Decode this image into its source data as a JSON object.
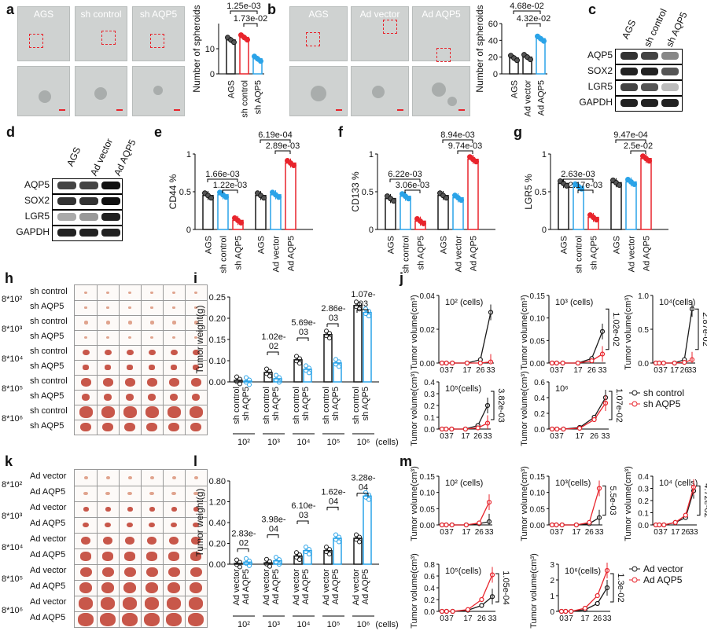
{
  "panels": {
    "a": "a",
    "b": "b",
    "c": "c",
    "d": "d",
    "e": "e",
    "f": "f",
    "g": "g",
    "h": "h",
    "i": "i",
    "j": "j",
    "k": "k",
    "l": "l",
    "m": "m"
  },
  "micro_a": [
    "AGS",
    "sh control",
    "sh AQP5"
  ],
  "micro_b": [
    "AGS",
    "Ad vector",
    "Ad AQP5"
  ],
  "blot_c": {
    "cols": [
      "AGS",
      "sh control",
      "sh AQP5"
    ],
    "rows": [
      "AQP5",
      "SOX2",
      "LGR5",
      "GAPDH"
    ]
  },
  "blot_d": {
    "cols": [
      "AGS",
      "Ad vector",
      "Ad AQP5"
    ],
    "rows": [
      "AQP5",
      "SOX2",
      "LGR5",
      "GAPDH"
    ]
  },
  "tissue_h": {
    "doses": [
      "8*10²",
      "8*10³",
      "8*10⁴",
      "8*10⁵",
      "8*10⁶"
    ],
    "groups": [
      "sh control",
      "sh AQP5"
    ]
  },
  "tissue_k": {
    "doses": [
      "8*10²",
      "8*10³",
      "8*10⁴",
      "8*10⁵",
      "8*10⁶"
    ],
    "groups": [
      "Ad vector",
      "Ad AQP5"
    ]
  },
  "colors": {
    "black": "#1a1a1a",
    "red": "#e8242c",
    "blue": "#2aa3e8",
    "tumor": "#c8574a"
  },
  "chart_data": [
    {
      "id": "a",
      "type": "bar",
      "ylabel": "Number of spheroids",
      "categories": [
        "AGS",
        "sh control",
        "sh AQP5"
      ],
      "values": [
        13.5,
        14.5,
        6
      ],
      "ylim": [
        0,
        20
      ],
      "yticks": [
        0,
        10
      ],
      "pvalues": [
        "1.25e-03",
        "1.73e-02"
      ]
    },
    {
      "id": "b",
      "type": "bar",
      "ylabel": "Number of spheroids",
      "categories": [
        "AGS",
        "Ad vector",
        "Ad AQP5"
      ],
      "values": [
        19,
        20,
        42
      ],
      "ylim": [
        0,
        60
      ],
      "yticks": [
        0,
        20,
        40,
        60
      ],
      "pvalues": [
        "4.68e-02",
        "4.32e-02"
      ]
    },
    {
      "id": "e",
      "type": "bar",
      "ylabel": "CD44 %",
      "categories": [
        "AGS",
        "sh control",
        "sh AQP5",
        "AGS",
        "Ad vector",
        "Ad AQP5"
      ],
      "values": [
        0.45,
        0.46,
        0.12,
        0.45,
        0.46,
        0.88
      ],
      "ylim": [
        0,
        1
      ],
      "yticks": [
        0,
        0.5,
        1.0
      ],
      "pvalues": [
        "1.66e-03",
        "1.22e-03",
        "6.19e-04",
        "2.89e-03"
      ]
    },
    {
      "id": "f",
      "type": "bar",
      "ylabel": "CD133 %",
      "categories": [
        "AGS",
        "sh control",
        "sh AQP5",
        "AGS",
        "Ad vector",
        "Ad AQP5"
      ],
      "values": [
        0.41,
        0.44,
        0.11,
        0.45,
        0.42,
        0.93
      ],
      "ylim": [
        0,
        1
      ],
      "yticks": [
        0,
        0.5,
        1.0
      ],
      "pvalues": [
        "6.22e-03",
        "3.06e-03",
        "8.94e-03",
        "9.74e-03"
      ]
    },
    {
      "id": "g",
      "type": "bar",
      "ylabel": "LGR5 %",
      "categories": [
        "AGS",
        "sh control",
        "sh AQP5",
        "AGS",
        "Ad vector",
        "Ad AQP5"
      ],
      "values": [
        0.61,
        0.57,
        0.16,
        0.62,
        0.63,
        0.94
      ],
      "ylim": [
        0,
        1
      ],
      "yticks": [
        0,
        0.5,
        1.0
      ],
      "pvalues": [
        "2.63e-03",
        "2.17e-03",
        "9.47e-04",
        "2.5e-02"
      ]
    },
    {
      "id": "i",
      "type": "bar",
      "ylabel": "Tumor  weight(g)",
      "categories": [
        "10²",
        "10³",
        "10⁴",
        "10⁵",
        "10⁶"
      ],
      "xunit": "(cells)",
      "groups": [
        "sh control",
        "sh AQP5"
      ],
      "series": [
        {
          "values": [
            0.005,
            0.03,
            0.07,
            0.15,
            0.27
          ]
        },
        {
          "values": [
            0.001,
            0.01,
            0.04,
            0.06,
            0.22
          ]
        }
      ],
      "yticks": [
        "0.00",
        "0.10",
        "0.15",
        "0.20",
        "0.25"
      ],
      "pvalues": [
        "1.02e-02",
        "5.69e-03",
        "2.86e-03",
        "1.07e-03"
      ]
    },
    {
      "id": "l",
      "type": "bar",
      "ylabel": "Tumor  weight(g)",
      "categories": [
        "10²",
        "10³",
        "10⁴",
        "10⁵",
        "10⁶"
      ],
      "xunit": "(cells)",
      "groups": [
        "Ad vector",
        "Ad AQP5"
      ],
      "series": [
        {
          "values": [
            0.01,
            0.02,
            0.12,
            0.2,
            0.38
          ]
        },
        {
          "values": [
            0.03,
            0.05,
            0.2,
            0.38,
            1.0
          ]
        }
      ],
      "yticks": [
        "0.00",
        "0.20",
        "0.40",
        "1.20",
        "0.80"
      ],
      "pvalues": [
        "2.83e-02",
        "3.98e-04",
        "6.10e-03",
        "1.62e-04",
        "3.28e-04"
      ]
    },
    {
      "id": "j",
      "type": "line",
      "ylabel": "Tumor  volume(cm³)",
      "x": [
        0,
        3,
        7,
        17,
        26,
        33
      ],
      "xticklabels": [
        "0",
        "3",
        "7",
        "17",
        "26",
        "33"
      ],
      "legend": [
        "sh control",
        "sh AQP5"
      ],
      "subplots": [
        {
          "label": "10² (cells)",
          "yticks": [
            "0.00",
            "0.02",
            "0.04"
          ],
          "ymax": 0.06,
          "black": [
            0,
            0,
            0,
            0,
            0.003,
            0.045
          ],
          "red": [
            0,
            0,
            0,
            0,
            0,
            0.001
          ],
          "pvalue": ""
        },
        {
          "label": "10³ (cells)",
          "yticks": [
            "0.00",
            "0.05",
            "0.10",
            "0.15"
          ],
          "ymax": 0.15,
          "black": [
            0,
            0,
            0,
            0,
            0.01,
            0.07
          ],
          "red": [
            0,
            0,
            0,
            0,
            0.005,
            0.02
          ],
          "pvalue": "1.02e-02"
        },
        {
          "label": "10⁴(cells)",
          "yticks": [
            "0.0",
            "0.5",
            "1.0"
          ],
          "ymax": 1.0,
          "black": [
            0,
            0,
            0,
            0,
            0.05,
            0.8
          ],
          "red": [
            0,
            0,
            0,
            0,
            0.01,
            0.05
          ],
          "pvalue": "2.87e-02"
        },
        {
          "label": "10⁵(cells)",
          "yticks": [
            "0.0",
            "0.1",
            "0.2",
            "0.3",
            "0.4"
          ],
          "ymax": 0.4,
          "black": [
            0,
            0,
            0,
            0,
            0.03,
            0.2
          ],
          "red": [
            0,
            0,
            0,
            0,
            0.01,
            0.05
          ],
          "pvalue": "3.82e-03"
        },
        {
          "label": "10⁶",
          "yticks": [
            "0.0",
            "0.2",
            "0.4",
            "0.6"
          ],
          "ymax": 0.6,
          "black": [
            0,
            0,
            0,
            0.02,
            0.15,
            0.4
          ],
          "red": [
            0,
            0,
            0,
            0.01,
            0.12,
            0.33
          ],
          "pvalue": "1.07e-02"
        }
      ]
    },
    {
      "id": "m",
      "type": "line",
      "ylabel": "Tumor  volume(cm³)",
      "x": [
        0,
        3,
        7,
        17,
        26,
        33
      ],
      "xticklabels": [
        "0",
        "3",
        "7",
        "17",
        "26",
        "33"
      ],
      "legend": [
        "Ad vector",
        "Ad AQP5"
      ],
      "subplots": [
        {
          "label": "10²  (cells)",
          "yticks": [
            "0.00",
            "0.05",
            "0.10",
            "0.15"
          ],
          "ymax": 0.15,
          "black": [
            0,
            0,
            0,
            0,
            0.004,
            0.01
          ],
          "red": [
            0,
            0,
            0,
            0,
            0.006,
            0.07
          ],
          "pvalue": ""
        },
        {
          "label": "10³(cells)",
          "yticks": [
            "0.00",
            "0.05",
            "0.10",
            "0.15"
          ],
          "ymax": 0.2,
          "black": [
            0,
            0,
            0,
            0,
            0.005,
            0.03
          ],
          "red": [
            0,
            0,
            0,
            0,
            0.01,
            0.15
          ],
          "pvalue": "5.5e-03"
        },
        {
          "label": "10⁴  (cells)",
          "yticks": [
            "0.0",
            "0.1",
            "0.2",
            "0.3",
            "0.4"
          ],
          "ymax": 0.4,
          "black": [
            0,
            0,
            0,
            0.02,
            0.06,
            0.28
          ],
          "red": [
            0,
            0,
            0,
            0.02,
            0.08,
            0.31
          ],
          "pvalue": "4.72e-02"
        },
        {
          "label": "10⁵(cells)",
          "yticks": [
            "0.0",
            "0.2",
            "0.4",
            "0.6",
            "0.8"
          ],
          "ymax": 0.8,
          "black": [
            0,
            0,
            0,
            0.02,
            0.1,
            0.25
          ],
          "red": [
            0,
            0,
            0,
            0.03,
            0.2,
            0.62
          ],
          "pvalue": "1.05e-04"
        },
        {
          "label": "10⁶(cells)",
          "yticks": [
            "0",
            "1",
            "2",
            "3"
          ],
          "ymax": 3,
          "black": [
            0,
            0,
            0,
            0.1,
            0.5,
            1.5
          ],
          "red": [
            0,
            0,
            0,
            0.2,
            1.0,
            2.6
          ],
          "pvalue": "1.3e-02"
        }
      ]
    }
  ]
}
